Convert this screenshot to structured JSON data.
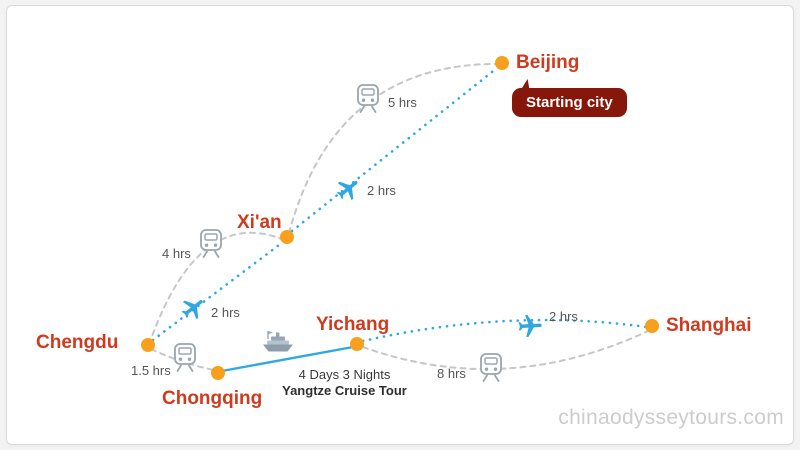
{
  "cities": {
    "beijing": {
      "label": "Beijing"
    },
    "xian": {
      "label": "Xi'an"
    },
    "chengdu": {
      "label": "Chengdu"
    },
    "chongqing": {
      "label": "Chongqing"
    },
    "yichang": {
      "label": "Yichang"
    },
    "shanghai": {
      "label": "Shanghai"
    }
  },
  "badge": {
    "label": "Starting city"
  },
  "legs": {
    "beijing_xian_train": {
      "mode": "train",
      "duration": "5 hrs"
    },
    "beijing_xian_flight": {
      "mode": "plane",
      "duration": "2 hrs"
    },
    "xian_chengdu_train": {
      "mode": "train",
      "duration": "4 hrs"
    },
    "xian_chengdu_flight": {
      "mode": "plane",
      "duration": "2 hrs"
    },
    "chengdu_chongqing_train": {
      "mode": "train",
      "duration": "1.5 hrs"
    },
    "chongqing_yichang_cruise": {
      "mode": "ship",
      "line1": "4 Days 3 Nights",
      "line2": "Yangtze Cruise Tour"
    },
    "yichang_shanghai_flight": {
      "mode": "plane",
      "duration": "2 hrs"
    },
    "yichang_shanghai_train": {
      "mode": "train",
      "duration": "8 hrs"
    }
  },
  "watermark": {
    "text": "chinaodysseytours.com"
  },
  "colors": {
    "city_dot": "#f7a01d",
    "city_label": "#d03a1e",
    "badge_bg": "#86170a",
    "flight_blue": "#2fa8e0",
    "route_gray": "#c6c6c6"
  }
}
